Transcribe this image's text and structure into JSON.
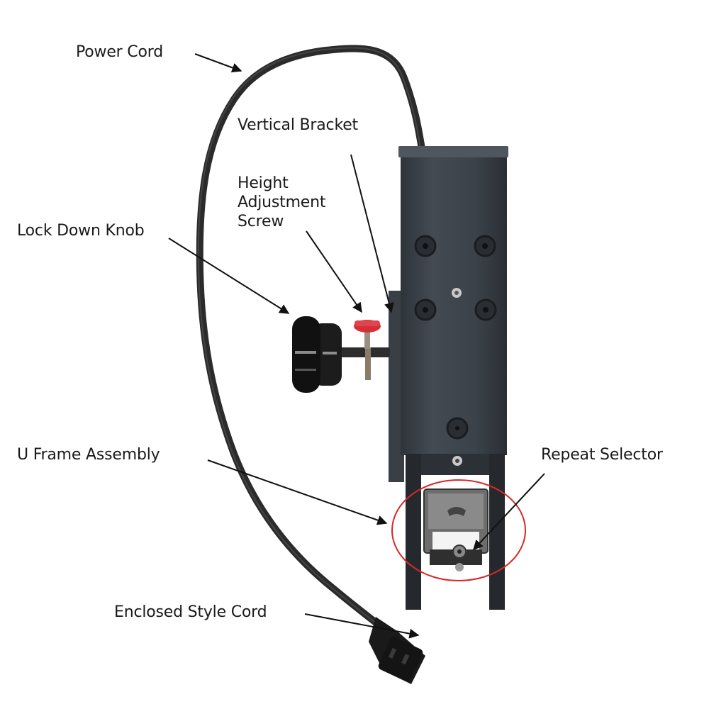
{
  "figure": {
    "subject": "Vertical bracket marking device with U frame assembly",
    "callouts": [
      {
        "id": "power-cord",
        "label": "Power Cord"
      },
      {
        "id": "vertical-bracket",
        "label": "Vertical Bracket"
      },
      {
        "id": "height-adjustment-screw",
        "lines": [
          "Height",
          "Adjustment",
          "Screw"
        ]
      },
      {
        "id": "lock-down-knob",
        "label": "Lock Down Knob"
      },
      {
        "id": "u-frame-assembly",
        "label": "U Frame Assembly"
      },
      {
        "id": "repeat-selector",
        "label": "Repeat Selector"
      },
      {
        "id": "enclosed-style-cord",
        "label": "Enclosed Style Cord"
      }
    ],
    "colors": {
      "bracket_body": "#3b4148",
      "cord": "#2b2b2b",
      "highlight_ring": "#d42a2a",
      "screw_cap": "#d4303a",
      "text": "#1a1a1a"
    }
  }
}
